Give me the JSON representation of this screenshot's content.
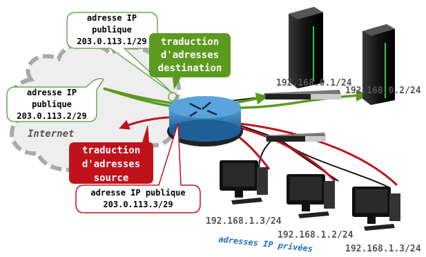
{
  "callouts": {
    "dest_public_ip": [
      "adresse IP",
      "publique",
      "203.0.113.1/29"
    ],
    "internet_public_ip": [
      "adresse IP",
      "publique",
      "203.0.113.2/29"
    ],
    "src_public_ip": [
      "adresse IP publique",
      "203.0.113.3/29"
    ]
  },
  "translations": {
    "destination": [
      "traduction",
      "d'adresses",
      "destination"
    ],
    "source": [
      "traduction",
      "d'adresses",
      "source"
    ]
  },
  "internet_label": "Internet",
  "servers": {
    "server1_ip": "192.168.0.1/24",
    "server2_ip": "192.168.0.2/24"
  },
  "clients": {
    "client1_ip": "192.168.1.3/24",
    "client2_ip": "192.168.1.2/24",
    "client3_ip": "192.168.1.3/24"
  },
  "private_label": "adresses IP privées",
  "colors": {
    "nat_destination": "#5a9a1f",
    "nat_source": "#c0121b",
    "callout_green": "#6aa84f",
    "callout_red": "#c0121b",
    "private_label": "#1f6fc4",
    "router": "#2f79b8"
  },
  "icons": [
    "cloud-icon",
    "router-icon",
    "switch-icon",
    "server-icon",
    "workstation-icon"
  ]
}
